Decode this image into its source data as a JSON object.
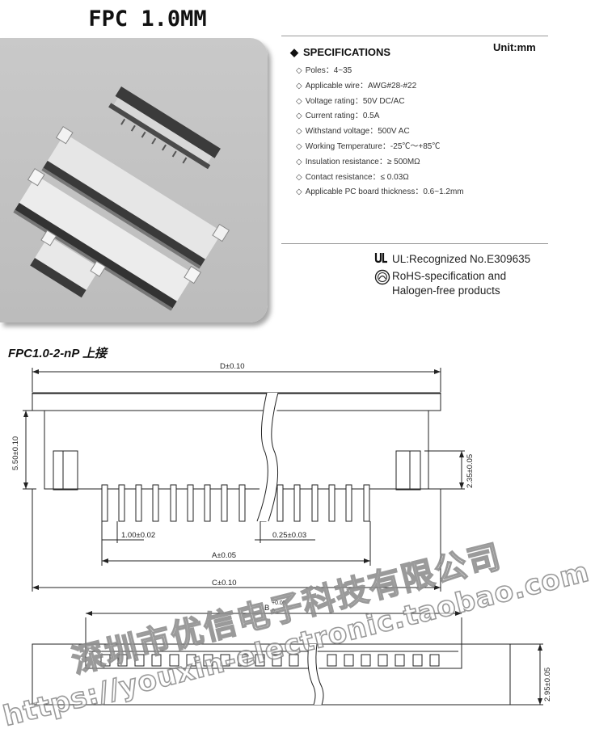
{
  "title": "FPC 1.0MM",
  "unit": "Unit:mm",
  "specs_heading": "SPECIFICATIONS",
  "specs": [
    "Poles：4~35",
    "Applicable wire：AWG#28-#22",
    "Voltage rating：50V DC/AC",
    "Current rating：0.5A",
    "Withstand voltage：500V AC",
    "Working Temperature：-25℃～+85℃",
    "Insulation resistance：≥ 500MΩ",
    "Contact resistance：≤ 0.03Ω",
    "Applicable PC board thickness：0.6~1.2mm"
  ],
  "cert_ul": "UL:Recognized No.E309635",
  "cert_rohs_line1": "RoHS-specification and",
  "cert_rohs_line2": "Halogen-free products",
  "drawing_title": "FPC1.0-2-nP 上接",
  "dims": {
    "d": "D±0.10",
    "h1": "5.50±0.10",
    "h2": "2.35±0.05",
    "pitch": "1.00±0.02",
    "pin": "0.25±0.03",
    "a": "A±0.05",
    "c": "C±0.10",
    "b": "B",
    "b_sup": "+0.05",
    "b_sub": "0",
    "h3": "2.95±0.05"
  },
  "watermark_line1": "深圳市优信电子科技有限公司",
  "watermark_line2": "https://youxin-electronic.taobao.com"
}
